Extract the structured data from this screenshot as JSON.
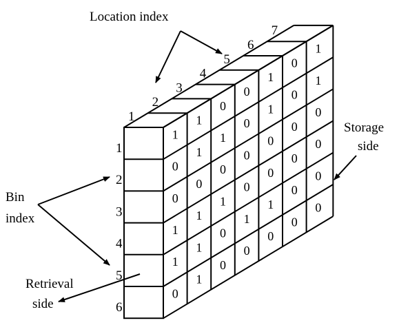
{
  "labels": {
    "location_index": "Location index",
    "storage_side_line1": "Storage",
    "storage_side_line2": "side",
    "bin_index_line1": "Bin",
    "bin_index_line2": "index",
    "retrieval_side_line1": "Retrieval",
    "retrieval_side_line2": "side"
  },
  "location_numbers": [
    "1",
    "2",
    "3",
    "4",
    "5",
    "6",
    "7"
  ],
  "bin_numbers": [
    "1",
    "2",
    "3",
    "4",
    "5",
    "6"
  ],
  "grid_values": [
    [
      "1",
      "1",
      "0",
      "0",
      "1",
      "0",
      "1"
    ],
    [
      "0",
      "1",
      "1",
      "0",
      "1",
      "0",
      "1"
    ],
    [
      "0",
      "0",
      "0",
      "0",
      "0",
      "0",
      "0"
    ],
    [
      "1",
      "1",
      "1",
      "0",
      "0",
      "0",
      "0"
    ],
    [
      "1",
      "1",
      "0",
      "1",
      "1",
      "0",
      "0"
    ],
    [
      "0",
      "1",
      "0",
      "0",
      "0",
      "0",
      "0"
    ]
  ]
}
